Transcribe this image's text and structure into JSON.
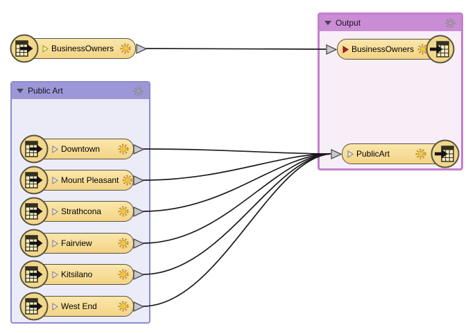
{
  "diagram": {
    "type": "workflow",
    "bookmarks": [
      {
        "title": "Public Art"
      },
      {
        "title": "Output"
      }
    ],
    "readers": [
      {
        "label": "BusinessOwners",
        "bookmark": null,
        "flag": "olive"
      },
      {
        "label": "Downtown",
        "bookmark": "Public Art",
        "flag": "gray"
      },
      {
        "label": "Mount Pleasant",
        "bookmark": "Public Art",
        "flag": "gray"
      },
      {
        "label": "Strathcona",
        "bookmark": "Public Art",
        "flag": "gray"
      },
      {
        "label": "Fairview",
        "bookmark": "Public Art",
        "flag": "gray"
      },
      {
        "label": "Kitsilano",
        "bookmark": "Public Art",
        "flag": "gray"
      },
      {
        "label": "West End",
        "bookmark": "Public Art",
        "flag": "gray"
      }
    ],
    "writers": [
      {
        "label": "BusinessOwners",
        "bookmark": "Output",
        "flag": "red"
      },
      {
        "label": "PublicArt",
        "bookmark": "Output",
        "flag": "gray"
      }
    ],
    "connections": [
      {
        "from": "BusinessOwners",
        "to": "BusinessOwners"
      },
      {
        "from": "Downtown",
        "to": "PublicArt"
      },
      {
        "from": "Mount Pleasant",
        "to": "PublicArt"
      },
      {
        "from": "Strathcona",
        "to": "PublicArt"
      },
      {
        "from": "Fairview",
        "to": "PublicArt"
      },
      {
        "from": "Kitsilano",
        "to": "PublicArt"
      },
      {
        "from": "West End",
        "to": "PublicArt"
      }
    ]
  },
  "colors": {
    "canvas-bg": "#FFFFFF",
    "node-fill-top": "#FAE7AC",
    "node-fill-bottom": "#F4D486",
    "node-border": "#55523B",
    "node-text": "#000000",
    "gear-node": "#C9912F",
    "gear-node-center": "#FFD500",
    "gear-bookmark": "#8C8C8C",
    "port-fill": "#C9C9D2",
    "port-border": "#4A4A4A",
    "wire": "#1A1A1A",
    "flag-red": "#AA1F1F",
    "flag-gray": "#8F8F8F",
    "flag-olive": "#A8A832",
    "bm1-header": "#9C98D8",
    "bm1-body": "#ECEBF8",
    "bm1-border": "#8E8AD0",
    "bm2-header": "#CA8CD4",
    "bm2-body": "#F8EEF8",
    "bm2-border": "#C47FCE",
    "collapse": "#44445A"
  }
}
